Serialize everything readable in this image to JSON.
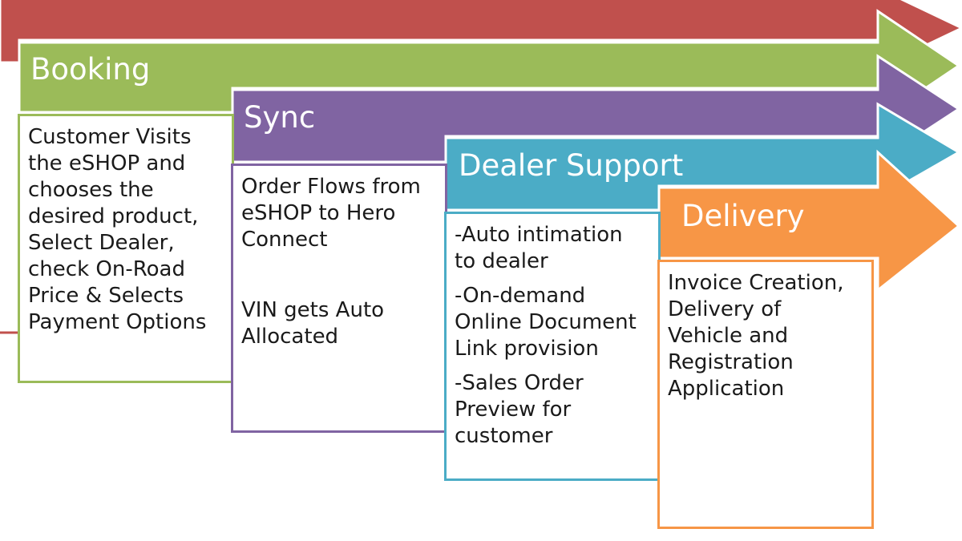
{
  "colors": {
    "red": "#C0504D",
    "green": "#9BBB59",
    "purple": "#8064A2",
    "teal": "#4BACC6",
    "orange": "#F79646"
  },
  "stages": [
    {
      "title": "Booking",
      "color": "#9BBB59",
      "items": [
        "Customer Visits\nthe eSHOP and\nchooses the\ndesired product,\nSelect Dealer,\ncheck On-Road\nPrice & Selects\nPayment Options"
      ]
    },
    {
      "title": "Sync",
      "color": "#8064A2",
      "items": [
        "Order Flows from\neSHOP to Hero\nConnect",
        "VIN gets Auto\nAllocated"
      ]
    },
    {
      "title": "Dealer Support",
      "color": "#4BACC6",
      "items": [
        "-Auto intimation\nto dealer",
        "-On-demand\nOnline Document\nLink provision",
        "-Sales Order\nPreview for\ncustomer"
      ]
    },
    {
      "title": "Delivery",
      "color": "#F79646",
      "items": [
        "Invoice Creation,\nDelivery of\nVehicle and\nRegistration\nApplication"
      ]
    }
  ]
}
